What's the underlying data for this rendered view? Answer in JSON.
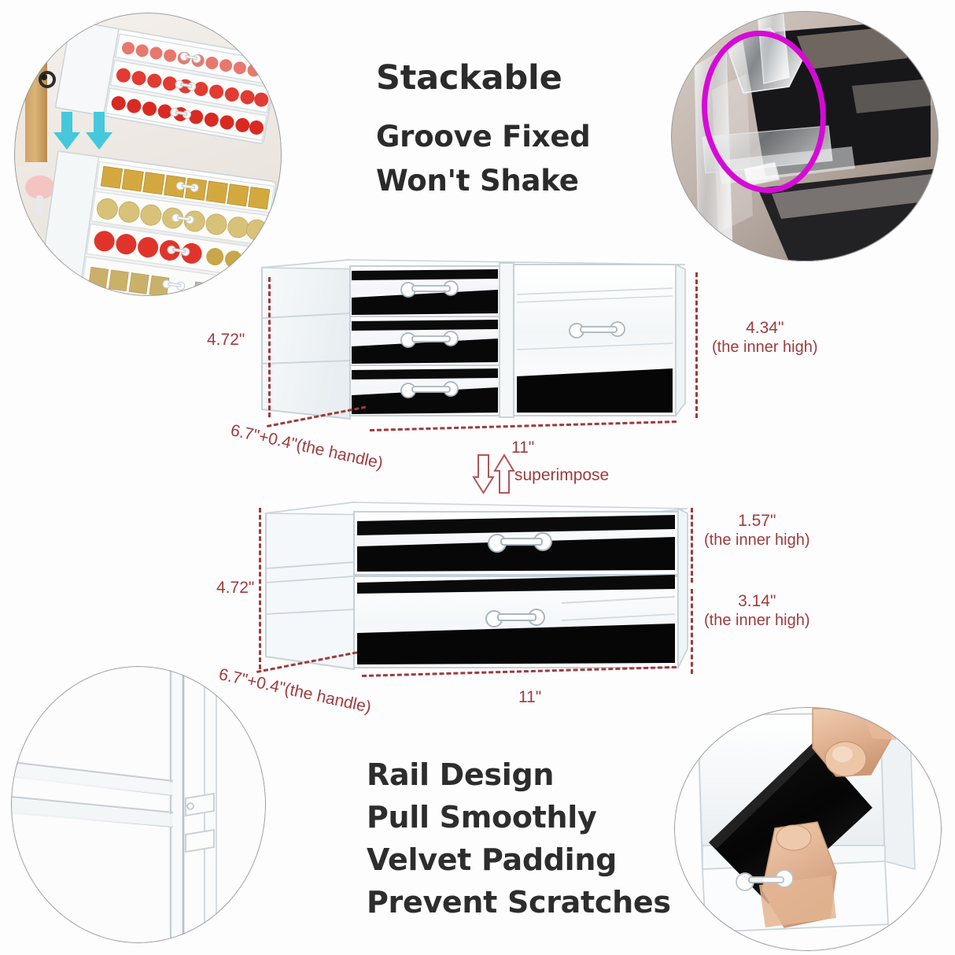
{
  "background_color": "#fdfdfd",
  "accent_color": "#9d3b3f",
  "heading_color": "#2b2b2b",
  "highlight_color": "#d60ad6",
  "arrow_color": "#45c8dc",
  "headings": {
    "title": "Stackable",
    "sub1": "Groove Fixed",
    "sub2": "Won't Shake"
  },
  "features": [
    "Rail Design",
    "Pull Smoothly",
    "Velvet Padding",
    "Prevent Scratches"
  ],
  "superimpose_label": "superimpose",
  "upper_unit": {
    "name": "3-drawer + 1-drawer acrylic organizer",
    "left_height": "4.72\"",
    "right_height_value": "4.34\"",
    "right_height_note": "(the inner high)",
    "depth": "6.7\"+0.4\"(the handle)",
    "width": "11\"",
    "small_drawer_count": 3,
    "large_drawer_count": 1
  },
  "lower_unit": {
    "name": "2-drawer acrylic organizer",
    "left_height": "4.72\"",
    "top_drawer_value": "1.57\"",
    "top_drawer_note": "(the inner high)",
    "bottom_drawer_value": "3.14\"",
    "bottom_drawer_note": "(the inner high)",
    "depth": "6.7\"+0.4\"(the handle)",
    "width": "11\"",
    "drawer_count": 2
  },
  "insets": {
    "top_left": {
      "name": "stacked-organizers-with-lipsticks-photo",
      "description": "Two acrylic drawer organizers stacked, filled with red and gold lipsticks",
      "arrow_count": 2
    },
    "top_right": {
      "name": "groove-corner-closeup-photo",
      "description": "Close-up of the stacking groove corner highlighted with a magenta ellipse"
    },
    "bottom_left": {
      "name": "rail-closeup-photo",
      "description": "Close-up of the clear acrylic drawer rail"
    },
    "bottom_right": {
      "name": "velvet-pad-removal-photo",
      "description": "Hands lifting a black velvet pad out of an acrylic drawer"
    }
  }
}
